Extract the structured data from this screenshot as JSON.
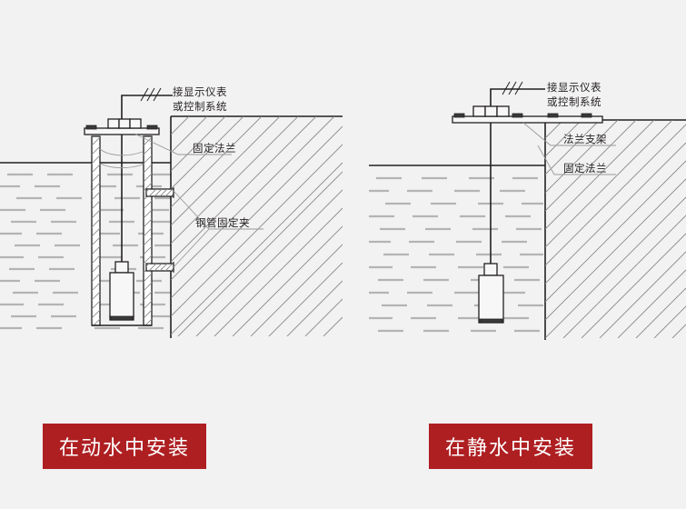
{
  "page": {
    "background_color": "#f2f2f2",
    "line_color": "#231f20",
    "accent_color": "#ae1f22",
    "water_color": "#b4b4b4"
  },
  "panels": [
    {
      "id": "flowing-water",
      "caption": "在动水中安装",
      "labels": {
        "signal": "接显示仪表\n或控制系统",
        "signal_line1": "接显示仪表",
        "signal_line2": "或控制系统",
        "flange": "固定法兰",
        "clamp": "钢管固定夹"
      },
      "parts": [
        "cable-to-display",
        "fixed-flange",
        "stilling-pipe",
        "pipe-clamp-upper",
        "pipe-clamp-lower",
        "level-probe",
        "water-body",
        "ground-wall"
      ]
    },
    {
      "id": "still-water",
      "caption": "在静水中安装",
      "labels": {
        "signal": "接显示仪表\n或控制系统",
        "signal_line1": "接显示仪表",
        "signal_line2": "或控制系统",
        "bracket": "法兰支架",
        "flange": "固定法兰"
      },
      "parts": [
        "cable-to-display",
        "flange-bracket",
        "fixed-flange",
        "suspension-cable",
        "level-probe",
        "water-body",
        "ground-wall"
      ]
    }
  ],
  "captions": {
    "left": "在动水中安装",
    "right": "在静水中安装"
  }
}
